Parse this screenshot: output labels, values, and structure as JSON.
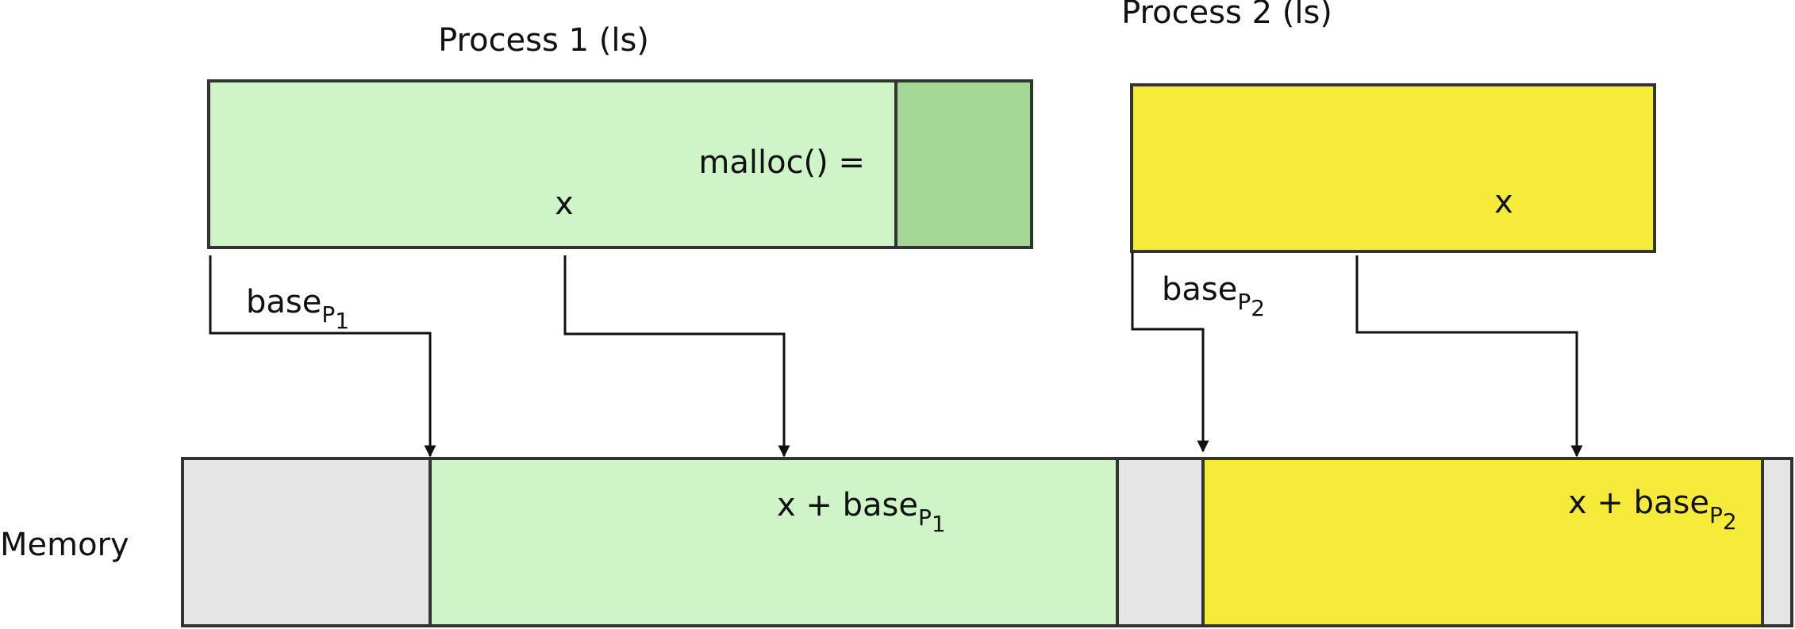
{
  "colors": {
    "p1_light": "#cff4c8",
    "p1_dark": "#a4d795",
    "p2": "#f6eb3b",
    "memory_free": "#e5e5e5",
    "stroke": "#333333"
  },
  "process1": {
    "title": "Process 1 (ls)",
    "malloc_label": "malloc() =",
    "x_label": "x",
    "base_label": "base",
    "base_sub": "P",
    "base_subsub": "1"
  },
  "process2": {
    "title": "Process 2 (ls)",
    "x_label": "x",
    "base_label": "base",
    "base_sub": "P",
    "base_subsub": "2"
  },
  "memory": {
    "label": "Memory",
    "p1_addr_prefix": "x + base",
    "p1_addr_sub": "P",
    "p1_addr_subsub": "1",
    "p2_addr_prefix": "x + base",
    "p2_addr_sub": "P",
    "p2_addr_subsub": "2"
  }
}
